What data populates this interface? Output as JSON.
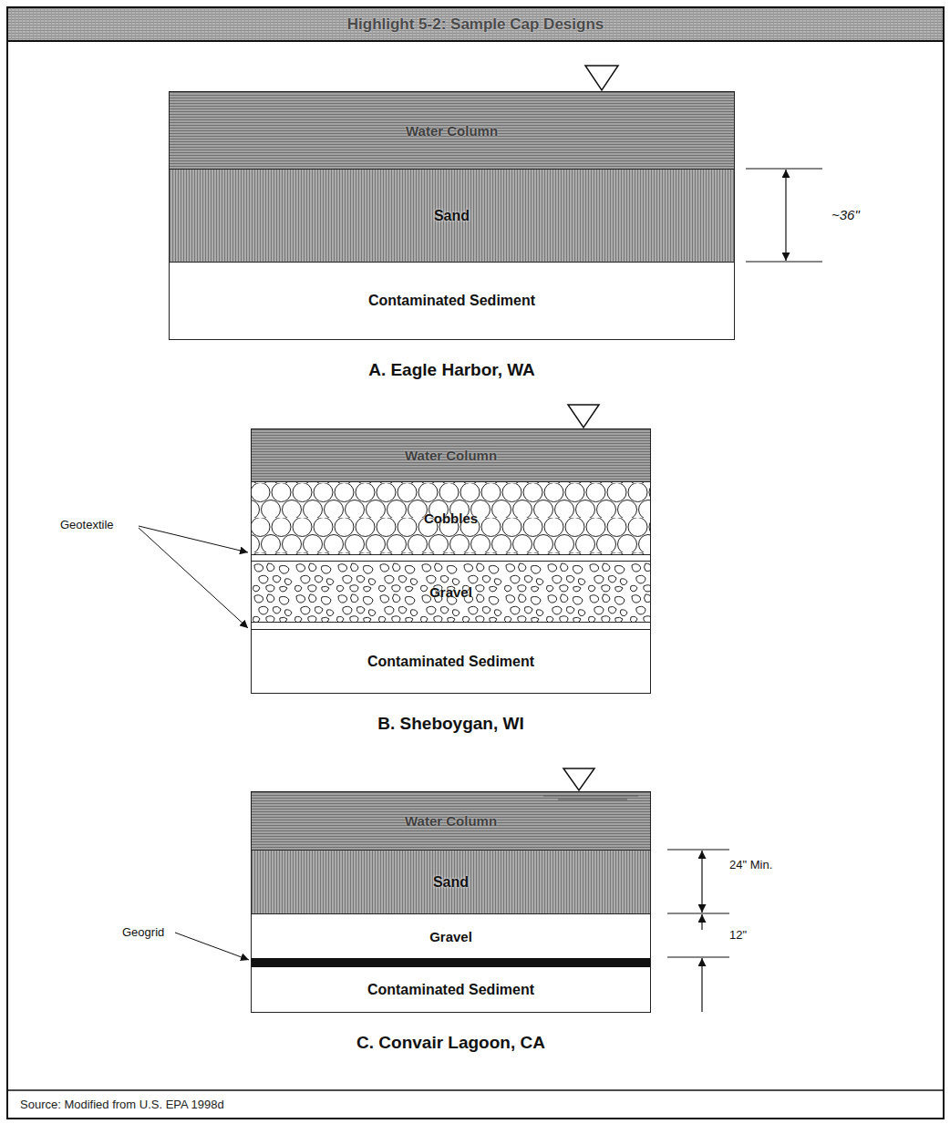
{
  "diagram": {
    "title": "Highlight 5-2: Sample Cap Designs",
    "caption": "Source: Modified from U.S. EPA 1998d",
    "nodes": [
      {
        "text": [
          "A. Eagle Harbor, WA"
        ]
      },
      {
        "text": [
          "Water Column"
        ],
        "in": 0
      },
      {
        "text": [
          "Sand"
        ],
        "in": 0
      },
      {
        "text": [
          "Contaminated Sediment"
        ],
        "in": 0
      },
      {
        "text": [
          "B. Sheboygan, WI"
        ]
      },
      {
        "text": [
          "Water Column"
        ],
        "in": 4
      },
      {
        "text": [
          "Cobbles"
        ],
        "in": 4
      },
      {
        "text": [
          "Gravel"
        ],
        "in": 4
      },
      {
        "text": [
          "Contaminated Sediment"
        ],
        "in": 4
      },
      {
        "text": [
          "C. Convair Lagoon, CA"
        ]
      },
      {
        "text": [
          "Water Column"
        ],
        "in": 9
      },
      {
        "text": [
          "Sand"
        ],
        "in": 9
      },
      {
        "text": [
          "Gravel"
        ],
        "in": 9
      },
      {
        "text": [
          "Contaminated Sediment"
        ],
        "in": 9
      }
    ],
    "labels": [
      "~36\"",
      "Geotextile",
      "24\" Min.",
      "12\"",
      "Geogrid"
    ]
  }
}
